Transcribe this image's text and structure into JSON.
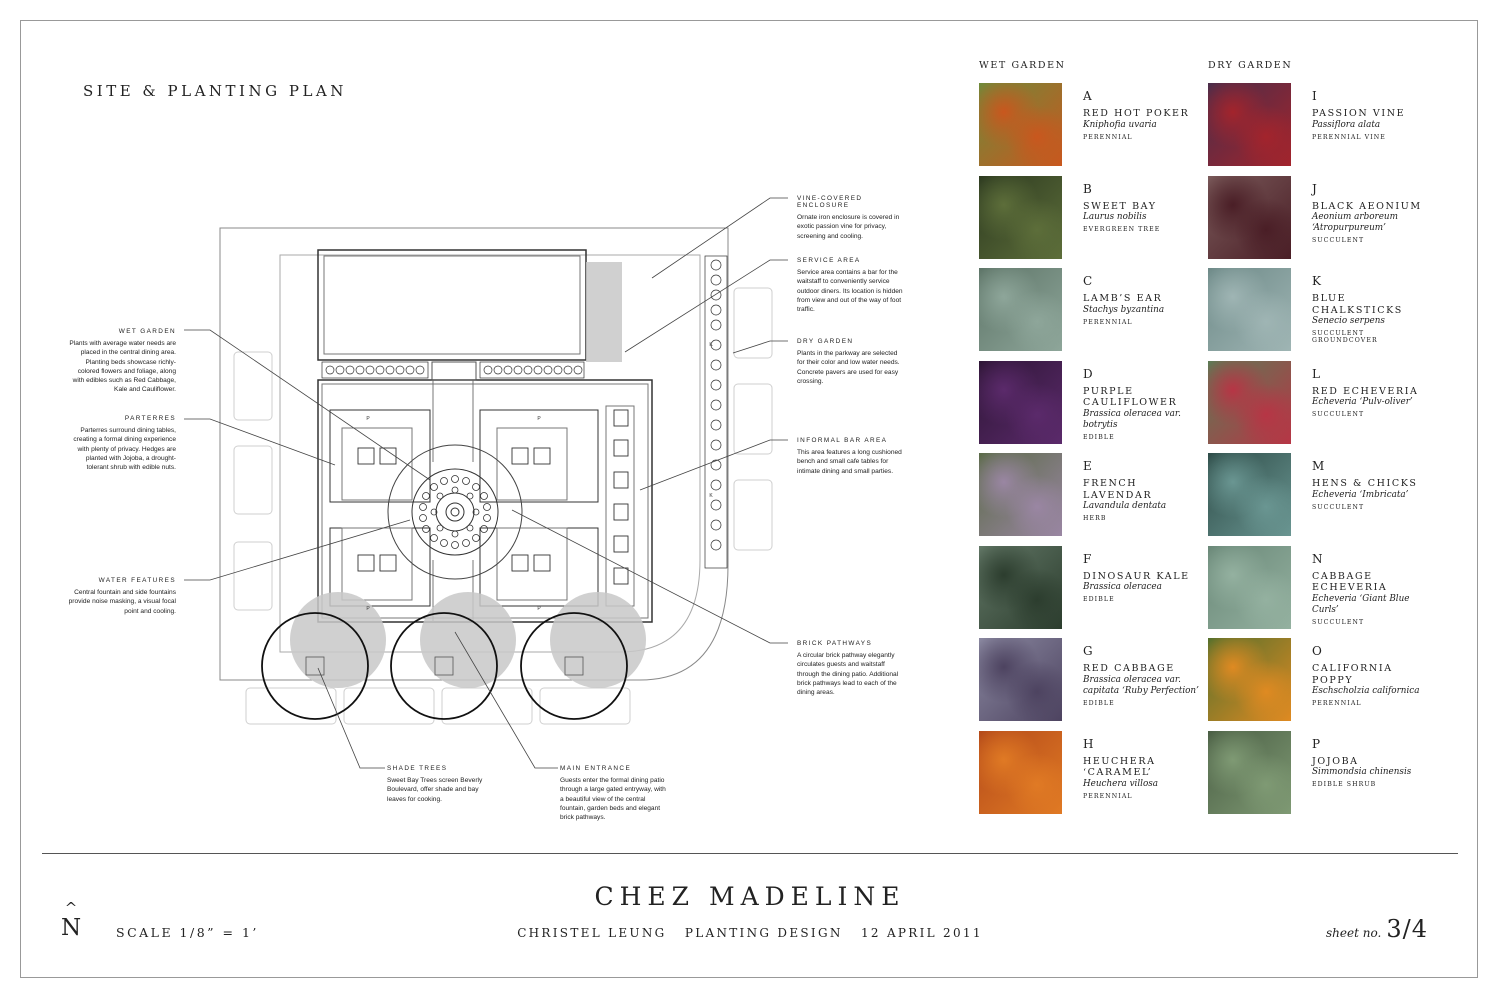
{
  "title": "SITE & PLANTING PLAN",
  "annotations": {
    "wet_garden": {
      "title": "WET GARDEN",
      "text": "Plants with average water needs are placed in the central dining area. Planting beds showcase richly-colored flowers and foliage, along with edibles such as Red Cabbage, Kale and Cauliflower."
    },
    "parterres": {
      "title": "PARTERRES",
      "text": "Parterres surround dining tables, creating a formal dining experience with plenty of privacy. Hedges are planted with Jojoba, a drought-tolerant shrub with edible nuts."
    },
    "water_features": {
      "title": "WATER FEATURES",
      "text": "Central fountain and side fountains provide noise masking, a visual focal point and cooling."
    },
    "vine_enclosure": {
      "title": "VINE-COVERED ENCLOSURE",
      "text": "Ornate iron enclosure is covered in exotic passion vine for privacy, screening and cooling."
    },
    "service_area": {
      "title": "SERVICE AREA",
      "text": "Service area contains a bar for the waitstaff to conveniently service outdoor diners. Its location is hidden from view and out of the way of foot traffic."
    },
    "dry_garden": {
      "title": "DRY GARDEN",
      "text": "Plants in the parkway are selected for their color and low water needs. Concrete pavers are used for easy crossing."
    },
    "informal_bar": {
      "title": "INFORMAL BAR AREA",
      "text": "This area features a long cushioned bench and small cafe tables for intimate dining and small parties."
    },
    "brick_pathways": {
      "title": "BRICK PATHWAYS",
      "text": "A circular brick pathway elegantly circulates guests and waitstaff through the dining patio. Additional brick pathways lead to each of the dining areas."
    },
    "shade_trees": {
      "title": "SHADE TREES",
      "text": "Sweet Bay Trees screen Beverly Boulevard, offer shade and bay leaves for cooking."
    },
    "main_entrance": {
      "title": "MAIN ENTRANCE",
      "text": "Guests enter the formal dining patio through a large gated entryway, with a beautiful view of the central fountain, garden beds and elegant brick pathways."
    }
  },
  "plan_labels": {
    "parterre": "P",
    "dry": "K"
  },
  "wet_garden": {
    "heading": "WET GARDEN",
    "plants": [
      {
        "letter": "A",
        "name": "RED HOT POKER",
        "sci": "Kniphofia uvaria",
        "cat": "PERENNIAL",
        "c1": "#c9571e",
        "c2": "#6f8a3a"
      },
      {
        "letter": "B",
        "name": "SWEET BAY",
        "sci": "Laurus nobilis",
        "cat": "EVERGREEN TREE",
        "c1": "#5d6e3a",
        "c2": "#2d3a20"
      },
      {
        "letter": "C",
        "name": "LAMB’S EAR",
        "sci": "Stachys byzantina",
        "cat": "PERENNIAL",
        "c1": "#8ea69a",
        "c2": "#5e7568"
      },
      {
        "letter": "D",
        "name": "PURPLE CAULIFLOWER",
        "sci": "Brassica oleracea var. botrytis",
        "cat": "EDIBLE",
        "c1": "#5b2a6b",
        "c2": "#2e1636"
      },
      {
        "letter": "E",
        "name": "FRENCH LAVENDAR",
        "sci": "Lavandula dentata",
        "cat": "HERB",
        "c1": "#9a86a3",
        "c2": "#5b6b48"
      },
      {
        "letter": "F",
        "name": "DINOSAUR KALE",
        "sci": "Brassica oleracea",
        "cat": "EDIBLE",
        "c1": "#2c3d2e",
        "c2": "#627766"
      },
      {
        "letter": "G",
        "name": "RED CABBAGE",
        "sci": "Brassica oleracea var. capitata ‘Ruby Perfection’",
        "cat": "EDIBLE",
        "c1": "#4d4360",
        "c2": "#8a88a0"
      },
      {
        "letter": "H",
        "name": "HEUCHERA ‘CARAMEL’",
        "sci": "Heuchera villosa",
        "cat": "PERENNIAL",
        "c1": "#e07a24",
        "c2": "#b44a1a"
      }
    ]
  },
  "dry_garden": {
    "heading": "DRY GARDEN",
    "plants": [
      {
        "letter": "I",
        "name": "PASSION VINE",
        "sci": "Passiflora alata",
        "cat": "PERENNIAL VINE",
        "c1": "#a3242c",
        "c2": "#4a2d4a"
      },
      {
        "letter": "J",
        "name": "BLACK AEONIUM",
        "sci": "Aeonium arboreum ‘Atropurpureum’",
        "cat": "SUCCULENT",
        "c1": "#4a1e26",
        "c2": "#7a5a5a"
      },
      {
        "letter": "K",
        "name": "BLUE CHALKSTICKS",
        "sci": "Senecio serpens",
        "cat": "SUCCULENT GROUNDCOVER",
        "c1": "#9fb5b4",
        "c2": "#6e8a88"
      },
      {
        "letter": "L",
        "name": "RED ECHEVERIA",
        "sci": "Echeveria ‘Pulv-oliver’",
        "cat": "SUCCULENT",
        "c1": "#b73545",
        "c2": "#5d7a55"
      },
      {
        "letter": "M",
        "name": "HENS & CHICKS",
        "sci": "Echeveria ‘Imbricata’",
        "cat": "SUCCULENT",
        "c1": "#6a9692",
        "c2": "#2e4c48"
      },
      {
        "letter": "N",
        "name": "CABBAGE ECHEVERIA",
        "sci": "Echeveria ‘Giant Blue Curls’",
        "cat": "SUCCULENT",
        "c1": "#94b1a0",
        "c2": "#6a8878"
      },
      {
        "letter": "O",
        "name": "CALIFORNIA POPPY",
        "sci": "Eschscholzia californica",
        "cat": "PERENNIAL",
        "c1": "#df8a22",
        "c2": "#55702c"
      },
      {
        "letter": "P",
        "name": "JOJOBA",
        "sci": "Simmondsia chinensis",
        "cat": "EDIBLE SHRUB",
        "c1": "#7f9a74",
        "c2": "#4a5e44"
      }
    ]
  },
  "footer": {
    "project": "CHEZ MADELINE",
    "subtitle": "CHRISTEL LEUNG   PLANTING DESIGN   12 APRIL 2011",
    "north": "N",
    "scale": "SCALE 1/8” = 1’",
    "sheet_label": "sheet no.",
    "sheet_number": "3/4"
  },
  "colors": {
    "ink": "#222222",
    "line": "#555555",
    "shadow": "#bdbdbd",
    "pale": "#cccccc"
  }
}
